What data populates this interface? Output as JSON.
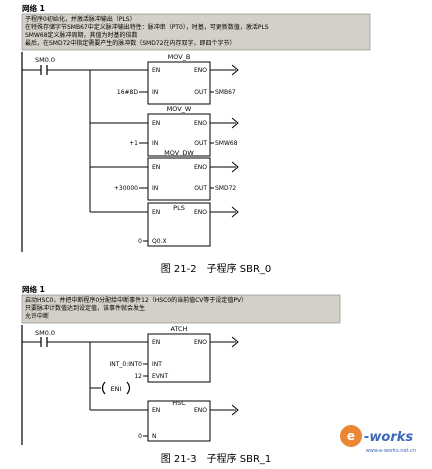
{
  "diagram1": {
    "network_label": "网络 1",
    "comment_lines": [
      "子程序0初始化，并激活脉冲输出（PLS）",
      "在特殊存储字节SMB67中定义脉冲输出特性：脉冲串（PT0），时基，可更新数值，激活PLS",
      "SMW68定义脉冲周期，其值为时基的倍数",
      "最后，在SMD72中指定需要产生的脉冲数（SMD72在内存双字，即四个字节）"
    ],
    "contact_label": "SM0.0",
    "blocks": [
      {
        "title": "MOV_B",
        "en": "EN",
        "eno": "ENO",
        "in_pin": "IN",
        "out_pin": "OUT",
        "in_value": "16#8D",
        "out_value": "SMB67"
      },
      {
        "title": "MOV_W",
        "en": "EN",
        "eno": "ENO",
        "in_pin": "IN",
        "out_pin": "OUT",
        "in_value": "+1",
        "out_value": "SMW68"
      },
      {
        "title": "MOV_DW",
        "en": "EN",
        "eno": "ENO",
        "in_pin": "IN",
        "out_pin": "OUT",
        "in_value": "+30000",
        "out_value": "SMD72"
      },
      {
        "title": "PLS",
        "en": "EN",
        "eno": "ENO",
        "in_pin": "Q0.X",
        "in_value": "0"
      }
    ],
    "caption": "图 21-2　子程序 SBR_0"
  },
  "diagram2": {
    "network_label": "网络 1",
    "comment_lines": [
      "启动HSC0，并把中断程序0分配给中断事件12（HSC0的当前值CV等于设定值PV）",
      "只要脉冲计数值达到设定值，该事件就会发生",
      "允许中断"
    ],
    "contact_label": "SM0.0",
    "atch": {
      "title": "ATCH",
      "en": "EN",
      "eno": "ENO",
      "int_pin": "INT",
      "int_value": "INT_0:INT0",
      "evnt_pin": "EVNT",
      "evnt_value": "12"
    },
    "eni_label": "ENI",
    "hsc": {
      "title": "HSC",
      "en": "EN",
      "eno": "ENO",
      "n_pin": "N",
      "n_value": "0"
    },
    "caption": "图 21-3　子程序 SBR_1"
  },
  "watermark": {
    "brand": "e-works",
    "url": "www.e-works.net.cn"
  },
  "colors": {
    "comment_bg": "#d4d0c8",
    "line": "#000000",
    "watermark_orange": "#e87a1e",
    "watermark_blue": "#3c66b8"
  }
}
